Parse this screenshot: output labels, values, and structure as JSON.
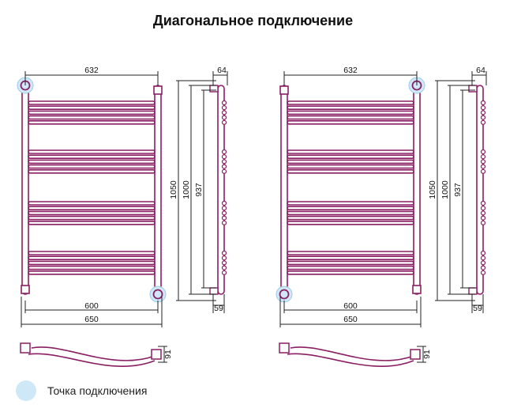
{
  "title": "Диагональное подключение",
  "colors": {
    "pipe": "#8a1f63",
    "pipe_fill": "#ffffff",
    "dimension_line": "#222222",
    "connection_point": "#cfe8f7",
    "connection_stroke": "#9fcbe6"
  },
  "variants": [
    {
      "name": "left",
      "connections": [
        "top-left",
        "bottom-right"
      ],
      "dims": {
        "width_top": "632",
        "width_inner": "600",
        "width_outer": "650",
        "height_outer": "1050",
        "height_mid": "1000",
        "height_inner": "937",
        "depth_top": "64",
        "depth_bottom": "59",
        "profile_depth": "91"
      }
    },
    {
      "name": "right",
      "connections": [
        "top-right",
        "bottom-left"
      ],
      "dims": {
        "width_top": "632",
        "width_inner": "600",
        "width_outer": "650",
        "height_outer": "1050",
        "height_mid": "1000",
        "height_inner": "937",
        "depth_top": "64",
        "depth_bottom": "59",
        "profile_depth": "91"
      }
    }
  ],
  "legend": {
    "label": "Точка подключения",
    "icon": "connection-point-icon"
  }
}
